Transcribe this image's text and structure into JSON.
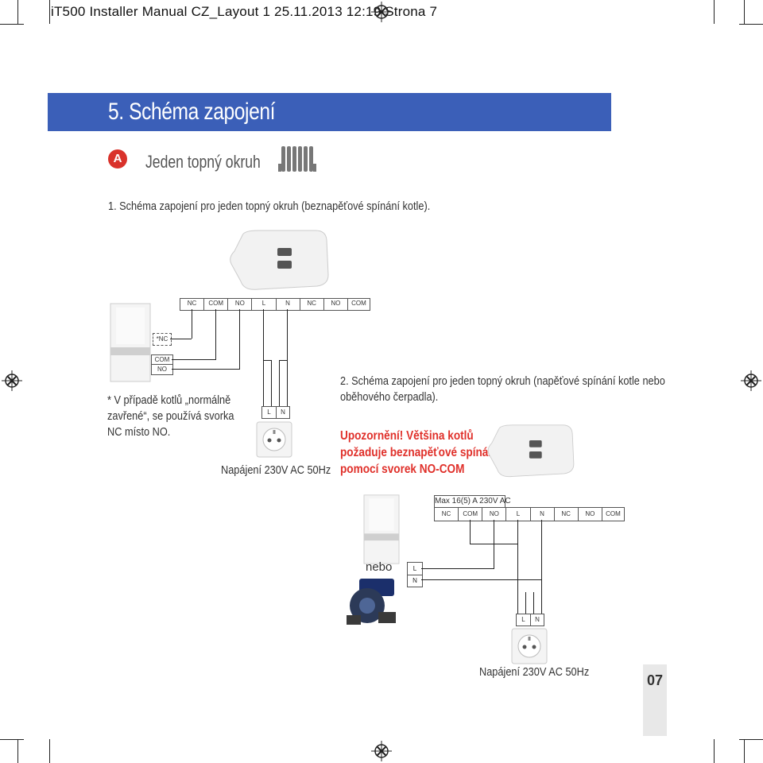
{
  "header": {
    "text": "iT500 Installer Manual CZ_Layout 1  25.11.2013  12:19  Strona 7"
  },
  "section": {
    "title": "5. Schéma zapojení",
    "badge": "A",
    "subtitle": "Jeden topný okruh"
  },
  "diagram1": {
    "caption": "1. Schéma zapojení pro jeden topný okruh (beznapěťové spínání kotle).",
    "terminals": [
      "NC",
      "COM",
      "NO",
      "L",
      "N",
      "NC",
      "NO",
      "COM"
    ],
    "boiler_terminals": [
      "*NC",
      "COM",
      "NO"
    ],
    "supply_terminals": [
      "L",
      "N"
    ],
    "note": "* V případě kotlů „normálně zavřené“, se používá svorka NC místo NO.",
    "supply_label": "Napájení 230V AC 50Hz"
  },
  "diagram2": {
    "caption": "2. Schéma zapojení pro jeden topný okruh (napěťové spínání kotle nebo oběhového čerpadla).",
    "warning": [
      "Upozornění! Většina kotlů",
      "požaduje beznapěťové spínání",
      "pomocí svorek NO-COM"
    ],
    "rating": "Max 16(5) A 230V AC",
    "terminals": [
      "NC",
      "COM",
      "NO",
      "L",
      "N",
      "NC",
      "NO",
      "COM"
    ],
    "or_label": "nebo",
    "device_terminals": [
      "L",
      "N"
    ],
    "supply_terminals": [
      "L",
      "N"
    ],
    "supply_label": "Napájení 230V AC 50Hz"
  },
  "page_number": "07",
  "colors": {
    "title_bar": "#3b5fb8",
    "badge": "#d9322b",
    "warning": "#e0312b"
  }
}
